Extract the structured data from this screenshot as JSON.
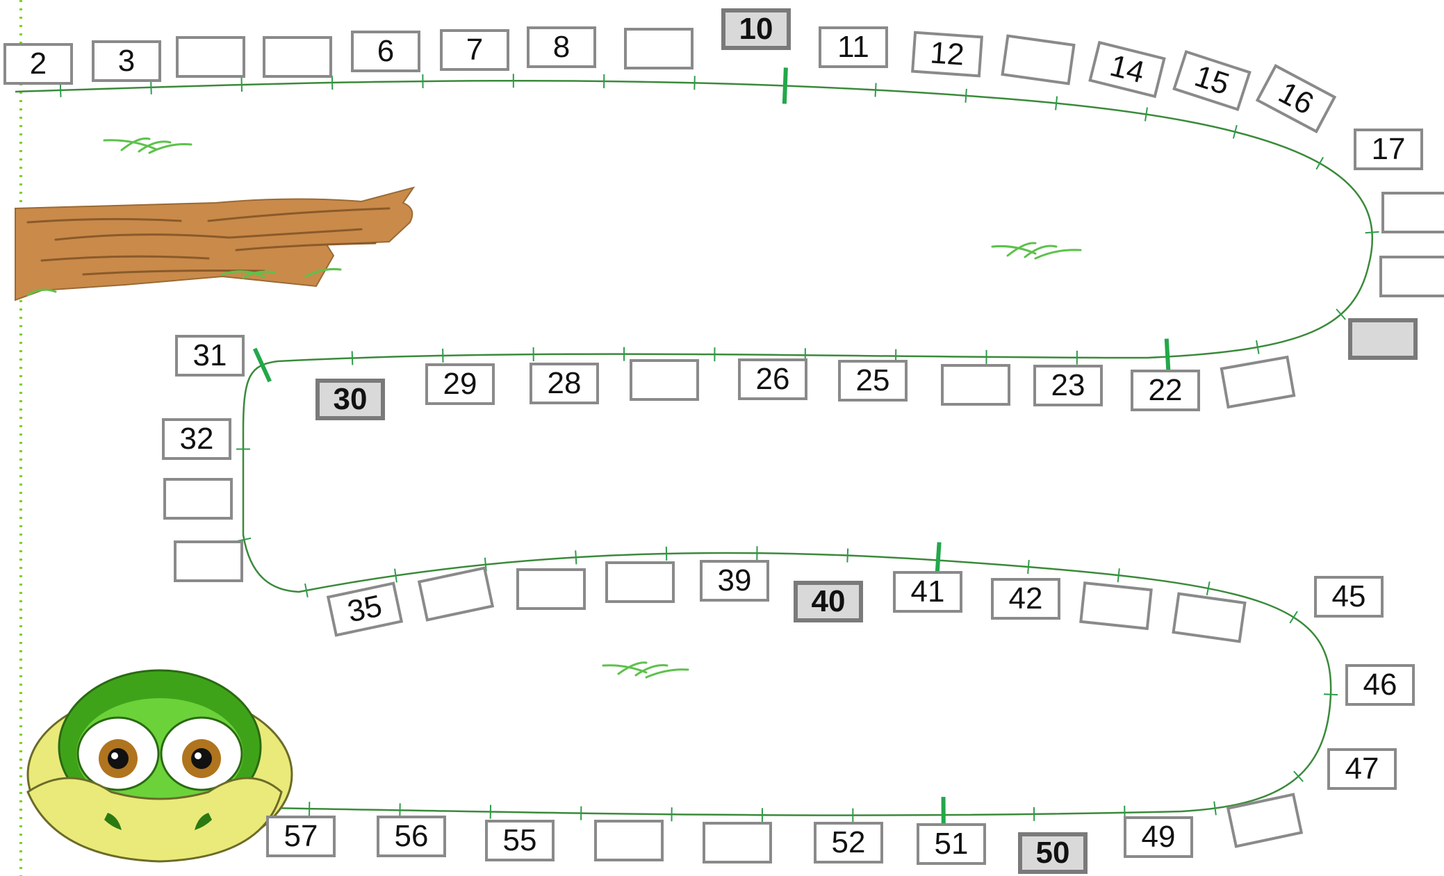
{
  "colors": {
    "path_line": "#3a8a3a",
    "tick": "#2e9c4a",
    "milestone_post": "#22a84a",
    "box_border": "#8a8a8a",
    "milestone_fill": "#d9d9d9",
    "dotted_edge": "#7ed321",
    "grass": "#5cc24a",
    "log_bark": "#c98a4a",
    "snake_green": "#3fa31a",
    "snake_face": "#eaea7a"
  },
  "boxes": [
    {
      "label": "2"
    },
    {
      "label": "3"
    },
    {
      "label": ""
    },
    {
      "label": ""
    },
    {
      "label": "6"
    },
    {
      "label": "7"
    },
    {
      "label": "8"
    },
    {
      "label": ""
    },
    {
      "label": "10",
      "milestone": true
    },
    {
      "label": "11"
    },
    {
      "label": "12"
    },
    {
      "label": ""
    },
    {
      "label": "14"
    },
    {
      "label": "15"
    },
    {
      "label": "16"
    },
    {
      "label": "17"
    },
    {
      "label": ""
    },
    {
      "label": ""
    },
    {
      "label": "",
      "milestone": true
    },
    {
      "label": ""
    },
    {
      "label": "22"
    },
    {
      "label": "23"
    },
    {
      "label": ""
    },
    {
      "label": "25"
    },
    {
      "label": "26"
    },
    {
      "label": ""
    },
    {
      "label": "28"
    },
    {
      "label": "29"
    },
    {
      "label": "30",
      "milestone": true
    },
    {
      "label": "31"
    },
    {
      "label": "32"
    },
    {
      "label": ""
    },
    {
      "label": ""
    },
    {
      "label": "35"
    },
    {
      "label": ""
    },
    {
      "label": ""
    },
    {
      "label": ""
    },
    {
      "label": "39"
    },
    {
      "label": "40",
      "milestone": true
    },
    {
      "label": "41"
    },
    {
      "label": "42"
    },
    {
      "label": ""
    },
    {
      "label": ""
    },
    {
      "label": "45"
    },
    {
      "label": "46"
    },
    {
      "label": "47"
    },
    {
      "label": ""
    },
    {
      "label": "49"
    },
    {
      "label": "50",
      "milestone": true
    },
    {
      "label": "51"
    },
    {
      "label": "52"
    },
    {
      "label": ""
    },
    {
      "label": ""
    },
    {
      "label": "55"
    },
    {
      "label": "56"
    },
    {
      "label": "57"
    }
  ]
}
